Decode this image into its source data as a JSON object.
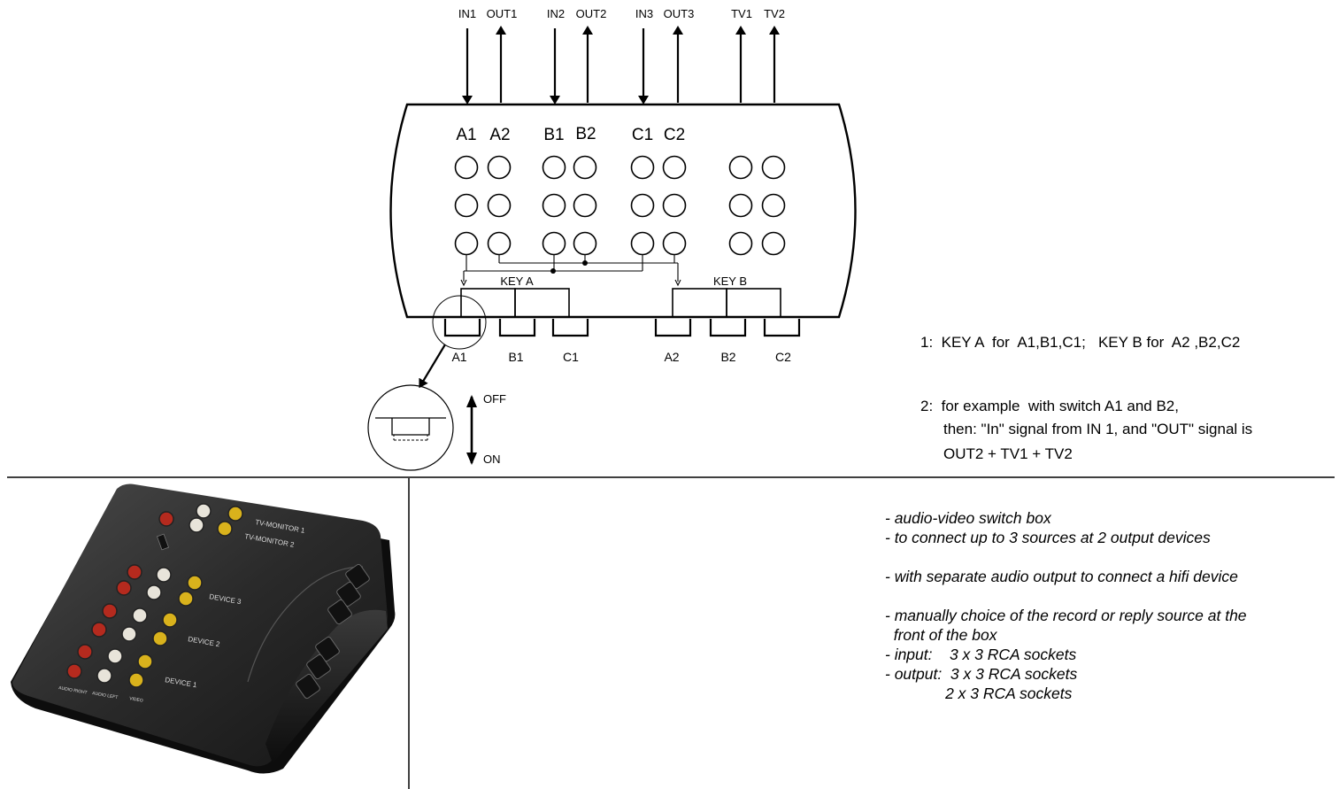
{
  "top_labels": [
    "IN1",
    "OUT1",
    "IN2",
    "OUT2",
    "IN3",
    "OUT3",
    "TV1",
    "TV2"
  ],
  "group_labels": [
    "A1",
    "A2",
    "B1",
    "B2",
    "C1",
    "C2"
  ],
  "key_labels": [
    "KEY A",
    "KEY B"
  ],
  "switch_labels": [
    "A1",
    "B1",
    "C1",
    "A2",
    "B2",
    "C2"
  ],
  "detail_labels": {
    "off": "OFF",
    "on": "ON"
  },
  "notes": {
    "note1": "1:  KEY A  for  A1,B1,C1;   KEY B for  A2 ,B2,C2",
    "note2_line1": "2:  for example  with switch A1 and B2,",
    "note2_line2": "then: \"In\" signal from IN 1, and \"OUT\" signal is",
    "note2_line3": "OUT2 + TV1 + TV2"
  },
  "photo_labels": {
    "tv_monitor_1": "TV-MONITOR 1",
    "tv_monitor_2": "TV-MONITOR 2",
    "device_3": "DEVICE 3",
    "device_2": "DEVICE 2",
    "device_1": "DEVICE 1",
    "audio_right": "AUDIO RIGHT",
    "audio_left": "AUDIO LEFT",
    "video": "VIDEO"
  },
  "features": {
    "f1": "- audio-video switch box",
    "f2": "- to connect up to 3 sources at 2 output devices",
    "f3": "- with separate audio output to connect a hifi device",
    "f4a": "- manually choice of the record or reply source at the",
    "f4b": "  front of the box",
    "f5": "- input:    3 x 3 RCA sockets",
    "f6": "- output:  3 x 3 RCA sockets",
    "f7": "              2 x 3 RCA sockets"
  },
  "colors": {
    "line": "#000000",
    "device_body": "#2b2b2b",
    "rca_red": "#b52a1e",
    "rca_white": "#e8e4da",
    "rca_yellow": "#d9b21c"
  }
}
